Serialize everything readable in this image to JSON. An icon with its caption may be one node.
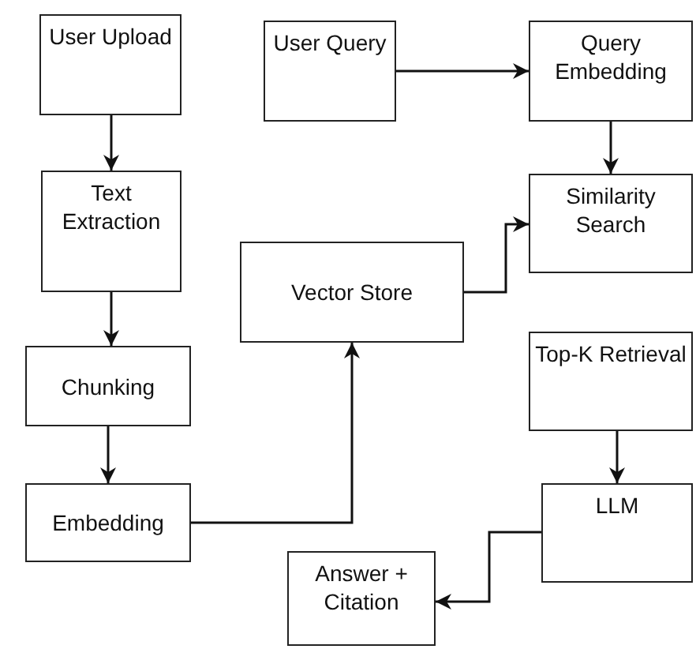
{
  "diagram": {
    "nodes": [
      {
        "text": [
          "User Upload"
        ]
      },
      {
        "text": [
          "User Query"
        ]
      },
      {
        "text": [
          "Query Embedding"
        ]
      },
      {
        "text": [
          "Text Extraction"
        ]
      },
      {
        "text": [
          "Similarity Search"
        ]
      },
      {
        "text": [
          "Vector Store"
        ]
      },
      {
        "text": [
          "Chunking"
        ]
      },
      {
        "text": [
          "Top-K Retrieval"
        ]
      },
      {
        "text": [
          "Embedding"
        ]
      },
      {
        "text": [
          "LLM"
        ]
      },
      {
        "text": [
          "Answer + Citation"
        ]
      }
    ],
    "edges": [
      {
        "from": 0,
        "to": 3,
        "arrow": "to"
      },
      {
        "from": 1,
        "to": 2,
        "arrow": "to"
      },
      {
        "from": 2,
        "to": 4,
        "arrow": "to"
      },
      {
        "from": 3,
        "to": 6,
        "arrow": "to"
      },
      {
        "from": 6,
        "to": 8,
        "arrow": "to"
      },
      {
        "from": 8,
        "to": 5,
        "arrow": "to"
      },
      {
        "from": 5,
        "to": 4,
        "arrow": "to"
      },
      {
        "from": 7,
        "to": 9,
        "arrow": "to"
      },
      {
        "from": 9,
        "to": 10,
        "arrow": "to"
      }
    ]
  }
}
